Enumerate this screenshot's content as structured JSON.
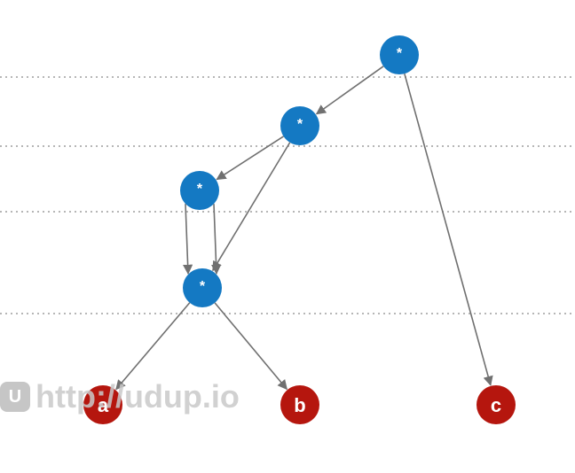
{
  "graph": {
    "level_separators": 4,
    "nodes": [
      {
        "id": "m1",
        "label": "*",
        "kind": "operation"
      },
      {
        "id": "m2",
        "label": "*",
        "kind": "operation"
      },
      {
        "id": "m3",
        "label": "*",
        "kind": "operation"
      },
      {
        "id": "m4",
        "label": "*",
        "kind": "operation"
      },
      {
        "id": "a",
        "label": "a",
        "kind": "input"
      },
      {
        "id": "b",
        "label": "b",
        "kind": "input"
      },
      {
        "id": "c",
        "label": "c",
        "kind": "input"
      }
    ],
    "edges": [
      {
        "from": "m1",
        "to": "m2"
      },
      {
        "from": "m1",
        "to": "c"
      },
      {
        "from": "m2",
        "to": "m3"
      },
      {
        "from": "m2",
        "to": "m4"
      },
      {
        "from": "m3",
        "to": "m4"
      },
      {
        "from": "m3",
        "to": "m4"
      },
      {
        "from": "m4",
        "to": "a"
      },
      {
        "from": "m4",
        "to": "b"
      }
    ]
  },
  "colors": {
    "operation": "#1479c3",
    "input": "#b5160e",
    "edge": "#707070",
    "separator": "#9e9e9e"
  },
  "watermark": {
    "logo_text": "U",
    "text": "http://udup.io"
  }
}
